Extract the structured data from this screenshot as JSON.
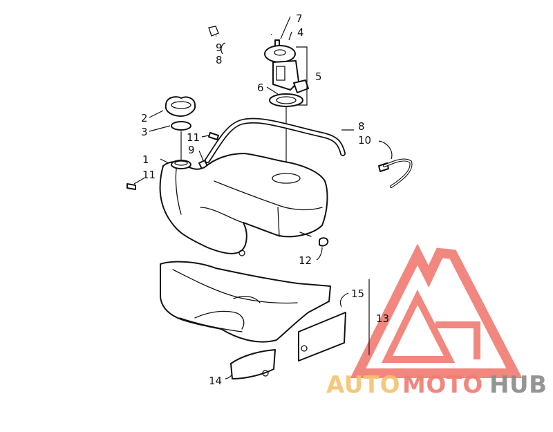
{
  "callouts": {
    "c1": "1",
    "c2": "2",
    "c3": "3",
    "c4": "4",
    "c5": "5",
    "c6": "6",
    "c7": "7",
    "c8a": "8",
    "c8b": "8",
    "c9a": "9",
    "c9b": "9",
    "c10": "10",
    "c11a": "11",
    "c11b": "11",
    "c12": "12",
    "c13": "13",
    "c14": "14",
    "c15": "15"
  },
  "watermark": {
    "word_1": "AUTO",
    "word_2": "MOTO",
    "word_3": "HUB",
    "color_primary": "#f07b72",
    "color_secondary": "#f5c36e",
    "color_tertiary": "#8a8a8a"
  }
}
